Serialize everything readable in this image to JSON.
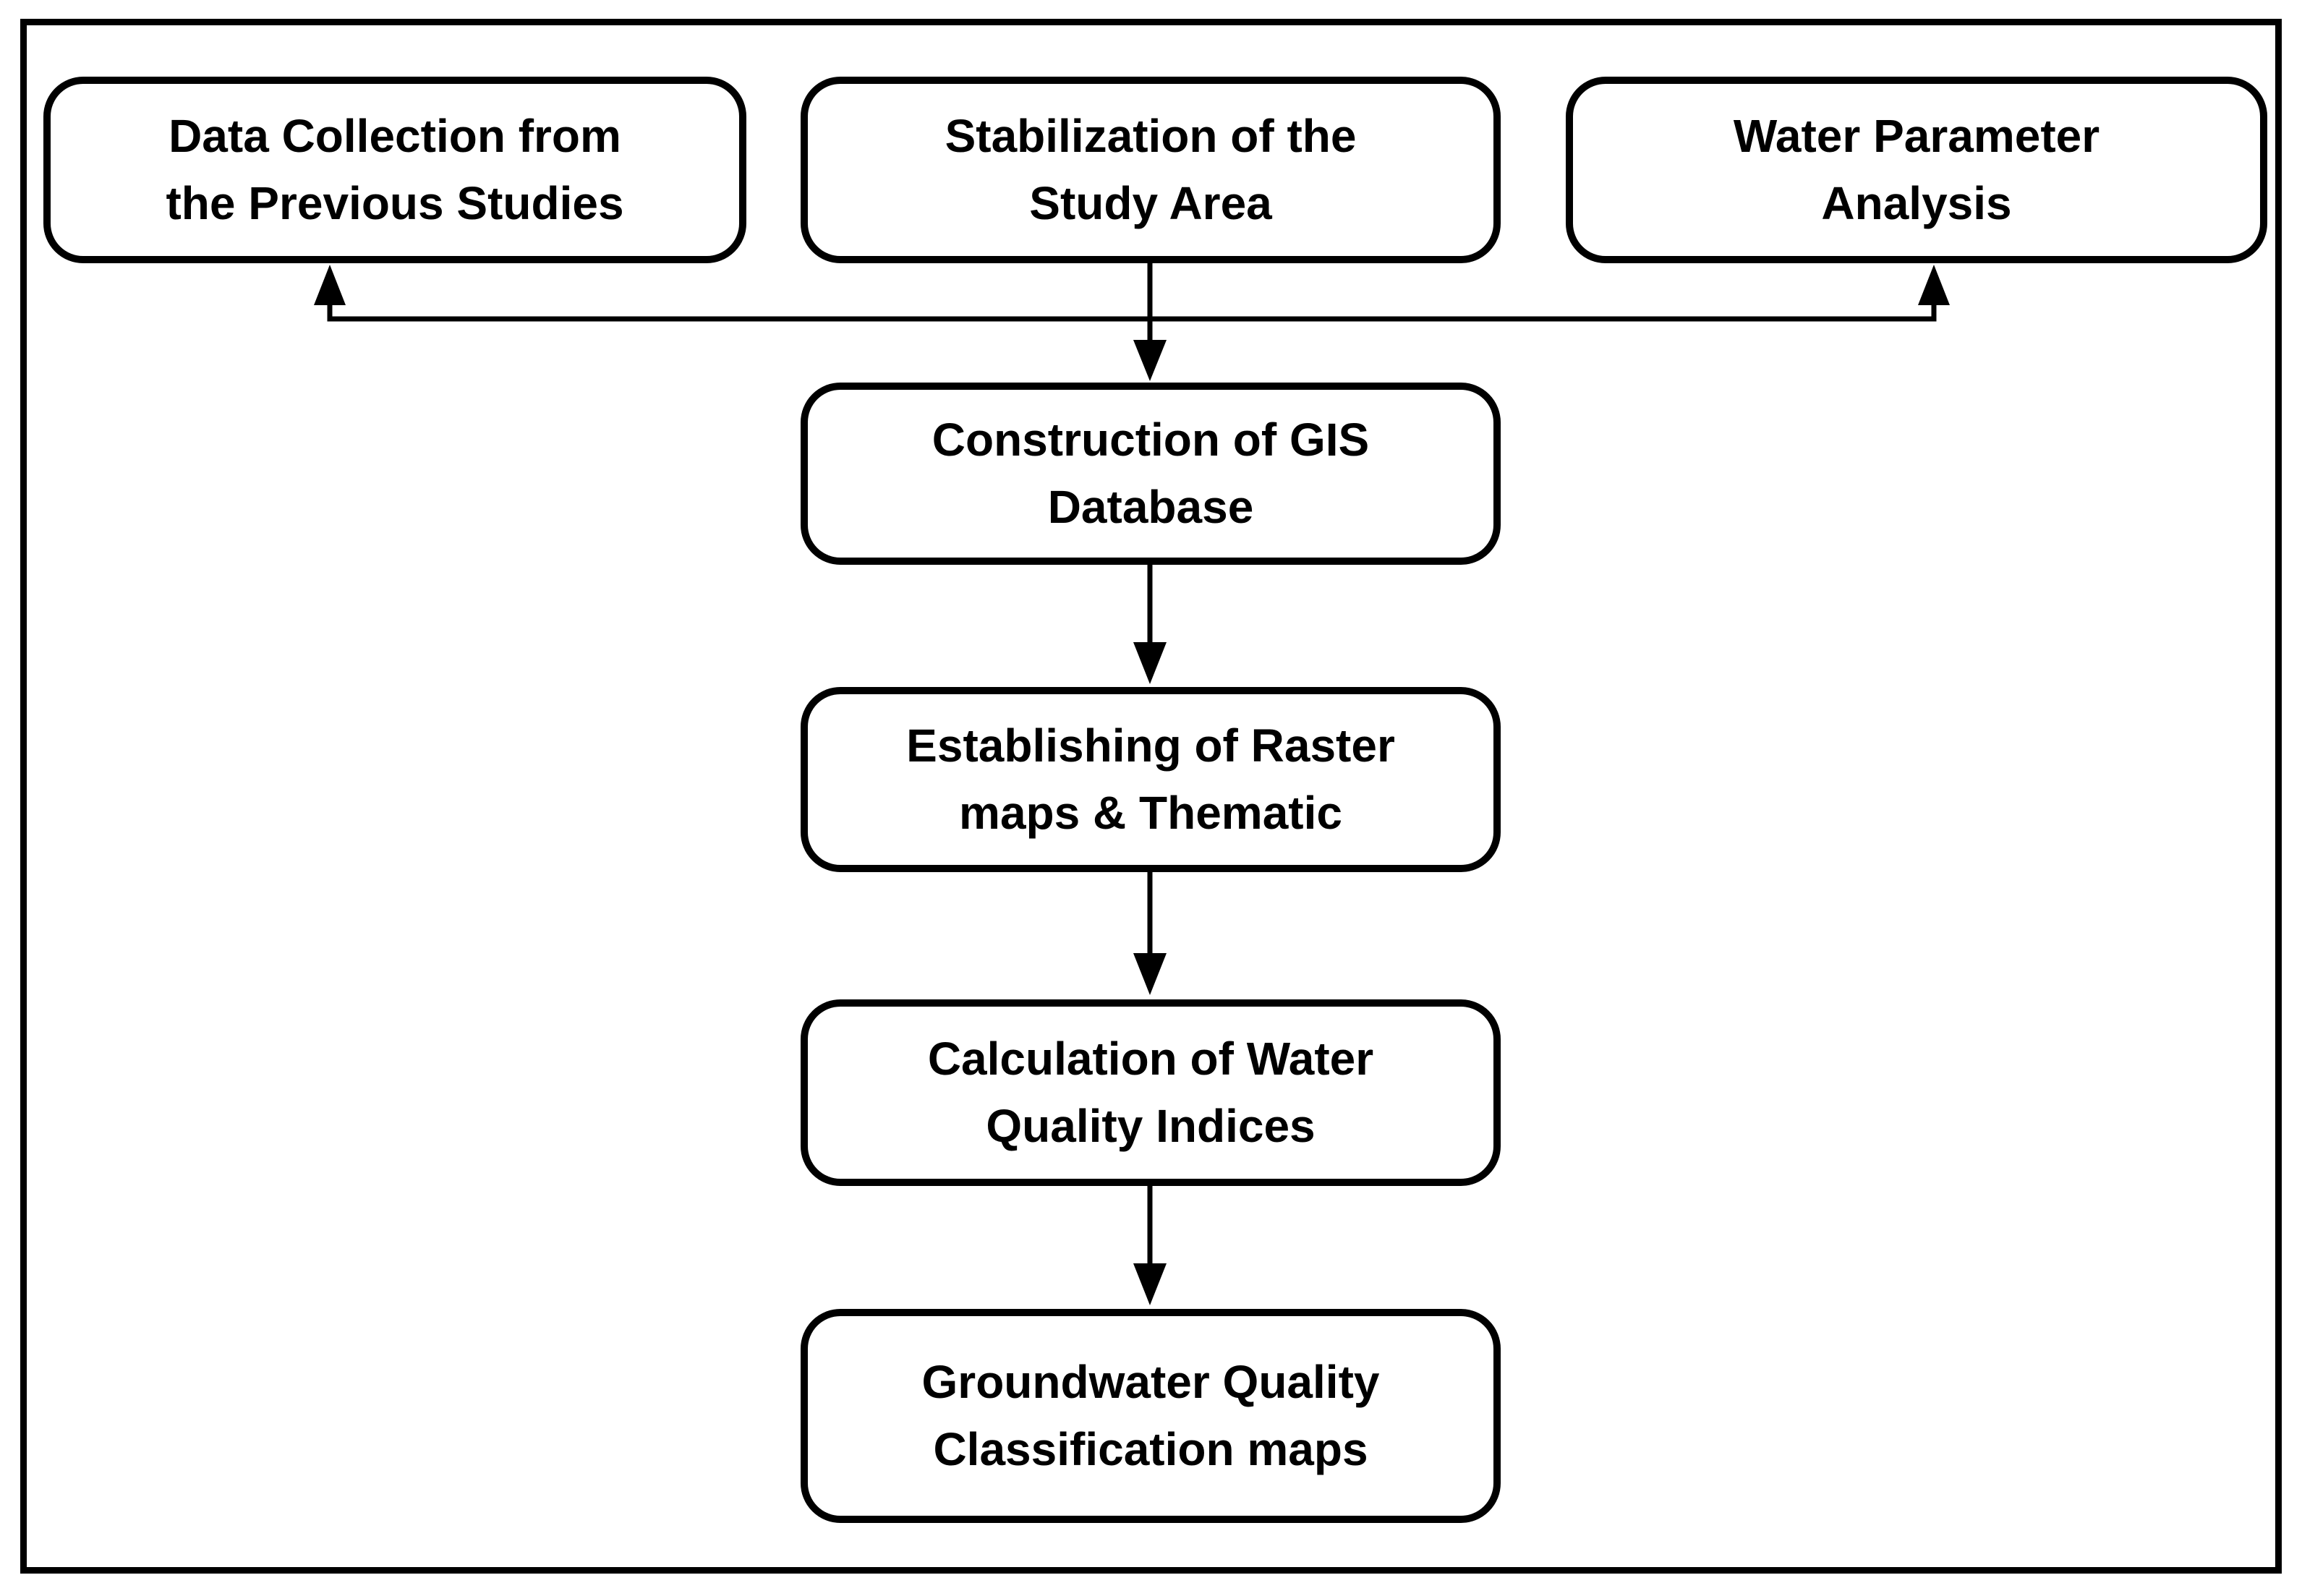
{
  "figure": {
    "background_color": "#ffffff",
    "stroke_color": "#000000",
    "text_color": "#000000"
  },
  "nodes": {
    "data_collection": {
      "label": "Data Collection from\nthe Previous Studies"
    },
    "stabilization": {
      "label": "Stabilization of the\nStudy Area"
    },
    "water_parameter": {
      "label": "Water Parameter\nAnalysis"
    },
    "gis_database": {
      "label": "Construction of GIS\nDatabase"
    },
    "raster_thematic": {
      "label": "Establishing of Raster\nmaps & Thematic"
    },
    "quality_indices": {
      "label": "Calculation of Water\nQuality Indices"
    },
    "classification_maps": {
      "label": "Groundwater Quality\nClassification maps"
    }
  },
  "edges": [
    {
      "from": "stabilization",
      "to": "data_collection",
      "style": "arrow"
    },
    {
      "from": "stabilization",
      "to": "water_parameter",
      "style": "arrow"
    },
    {
      "from": "stabilization",
      "to": "gis_database",
      "style": "arrow"
    },
    {
      "from": "gis_database",
      "to": "raster_thematic",
      "style": "arrow"
    },
    {
      "from": "raster_thematic",
      "to": "quality_indices",
      "style": "arrow"
    },
    {
      "from": "quality_indices",
      "to": "classification_maps",
      "style": "arrow"
    }
  ]
}
